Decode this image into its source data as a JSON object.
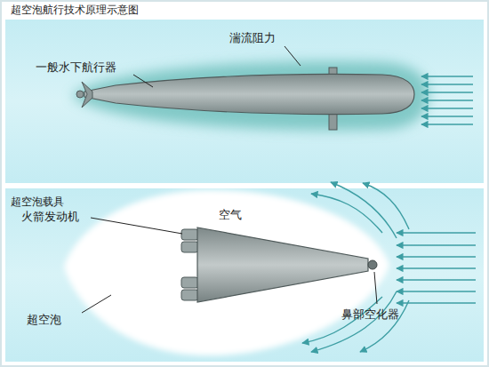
{
  "diagram": {
    "title": "超空泡航行技术原理示意图",
    "labels": [
      "湍流阻力",
      "一般水下航行器",
      "超空泡载具",
      "空气",
      "火箭发动机",
      "超空泡",
      "鼻部空化器"
    ]
  }
}
